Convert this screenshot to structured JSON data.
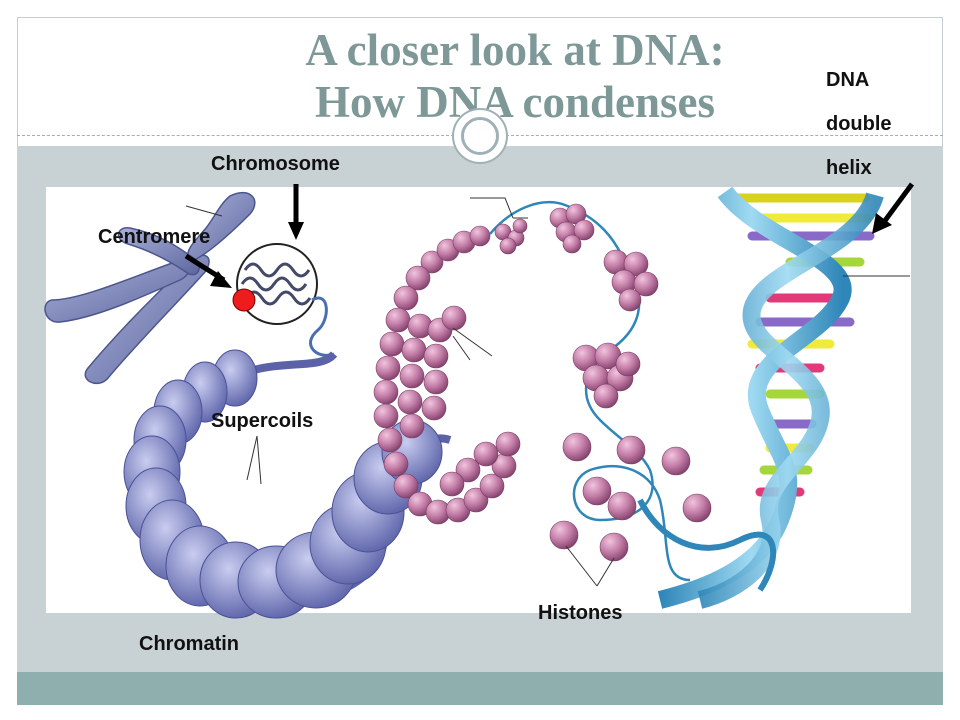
{
  "title": {
    "line1": "A closer look at DNA:",
    "line2": "How DNA condenses"
  },
  "labels": {
    "chromosome": "Chromosome",
    "centromere": "Centromere",
    "supercoils": "Supercoils",
    "chromatin": "Chromatin",
    "histones": "Histones",
    "dna_line1": "DNA",
    "dna_line2": "double",
    "dna_line3": "helix"
  },
  "colors": {
    "title": "#7e9898",
    "band": "#c8d1d4",
    "footer": "#8faeae",
    "chromosome": "#7a85b8",
    "supercoil": "#7f86c8",
    "nucleosome": "#b26a97",
    "helix": "#4aa3cf",
    "centromere_dot": "#ee1c1c"
  }
}
